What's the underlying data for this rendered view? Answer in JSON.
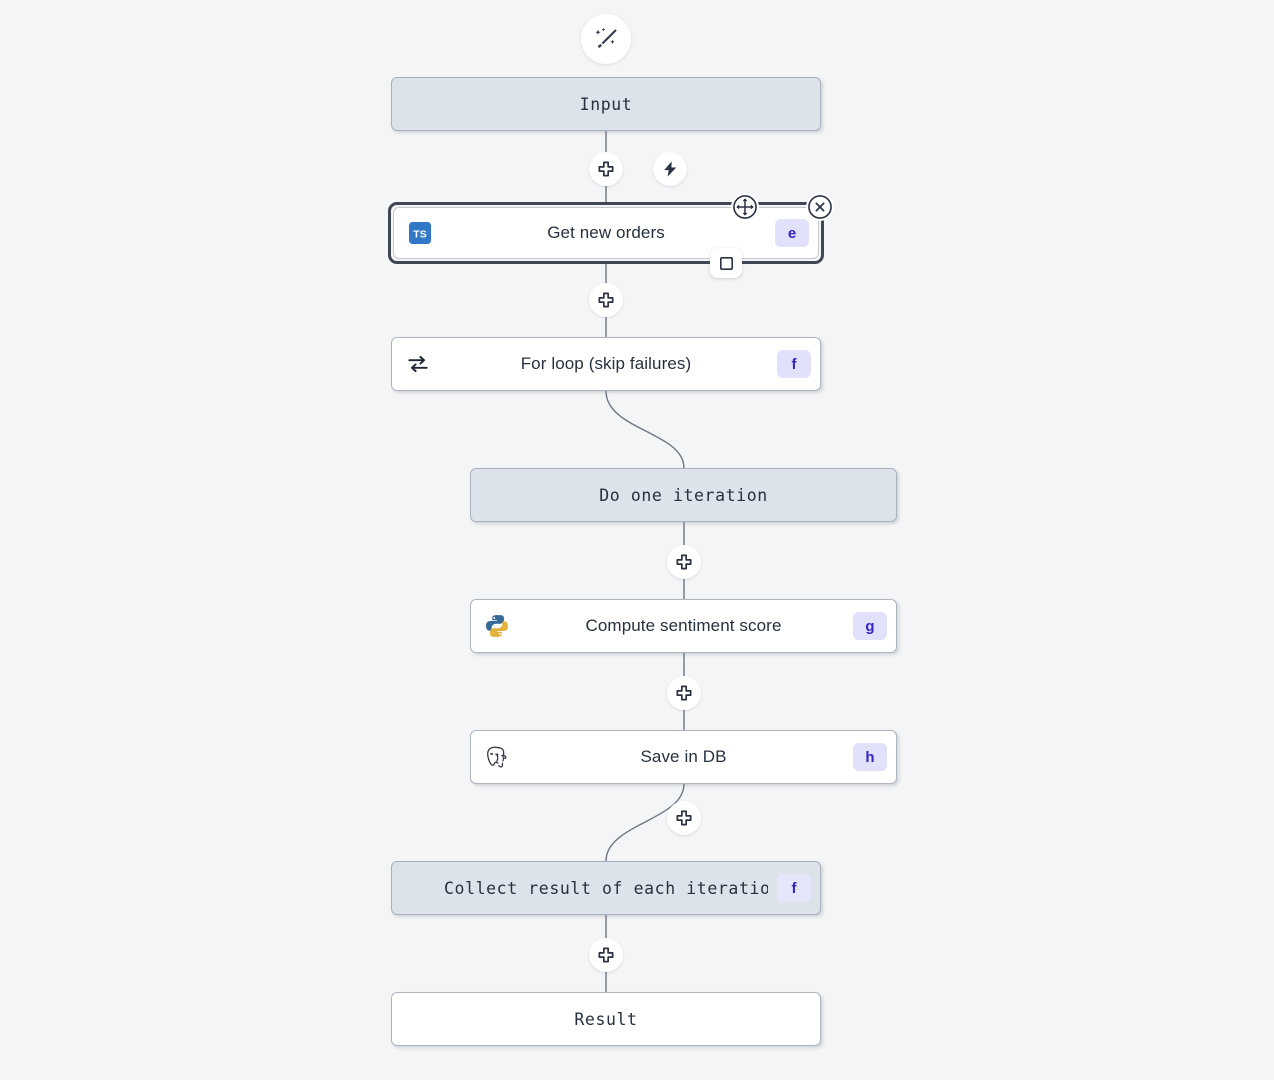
{
  "canvas": {
    "background": "#f4f5f7",
    "node_fill": "#dde3ea",
    "node_white": "#ffffff",
    "node_border": "#aeb5bf",
    "selected_border": "#3f4654",
    "badge_bg": "#e2e1fb",
    "badge_fg": "#3524c4",
    "edge_color": "#6e7683"
  },
  "toolbar": {
    "wand_icon": "magic-wand-icon",
    "wand_title": "AI assistant"
  },
  "nodes": [
    {
      "id": "input",
      "label": "Input",
      "style": "filled-mono",
      "icon": null,
      "badge": null
    },
    {
      "id": "get-new-orders",
      "label": "Get new orders",
      "style": "white",
      "icon": "typescript-icon",
      "badge": "e",
      "selected": true
    },
    {
      "id": "for-loop",
      "label": "For loop (skip failures)",
      "style": "white",
      "icon": "loop-icon",
      "badge": "f"
    },
    {
      "id": "do-one-iteration",
      "label": "Do one iteration",
      "style": "filled-mono",
      "icon": null,
      "badge": null
    },
    {
      "id": "compute-sentiment-score",
      "label": "Compute sentiment score",
      "style": "white",
      "icon": "python-icon",
      "badge": "g"
    },
    {
      "id": "save-in-db",
      "label": "Save in DB",
      "style": "white",
      "icon": "postgresql-icon",
      "badge": "h"
    },
    {
      "id": "collect-result",
      "label": "Collect result of each iteration",
      "style": "filled-mono",
      "icon": null,
      "badge": "f"
    },
    {
      "id": "result",
      "label": "Result",
      "style": "white-mono",
      "icon": null,
      "badge": null
    }
  ],
  "controls": {
    "add_icon": "plus-icon",
    "add_label": "Add step",
    "bolt_icon": "lightning-bolt-icon",
    "bolt_label": "Add trigger",
    "move_icon": "move-handle-icon",
    "move_label": "Move node",
    "close_icon": "close-icon",
    "close_label": "Remove node",
    "stop_icon": "square-icon",
    "stop_label": "Select"
  }
}
